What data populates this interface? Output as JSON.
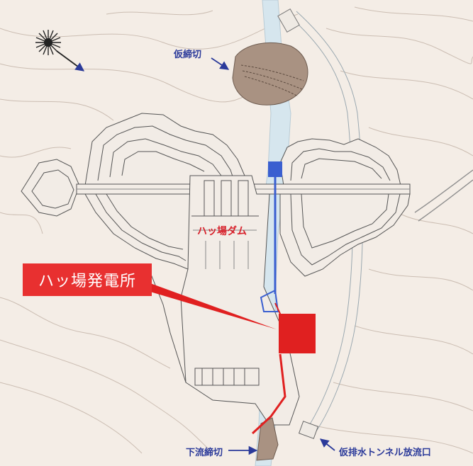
{
  "labels": {
    "upstream_cofferdam": "仮締切",
    "dam": "ハッ場ダム",
    "power_plant": "ハッ場発電所",
    "downstream_cofferdam": "下流締切",
    "diversion_outlet": "仮排水トンネル放流口"
  },
  "colors": {
    "background": "#f4ede6",
    "terrain_lines": "#cbbdb2",
    "dam_lines": "#555555",
    "penstock_blue": "#3a5fd0",
    "plant_red": "#e02020",
    "label_blue": "#2b3a9a",
    "label_red": "#d8202a",
    "cofferdam_fill": "#a99282",
    "river": "#d6e6ee"
  },
  "icons": [
    "compass-star-icon",
    "arrow-icon"
  ]
}
